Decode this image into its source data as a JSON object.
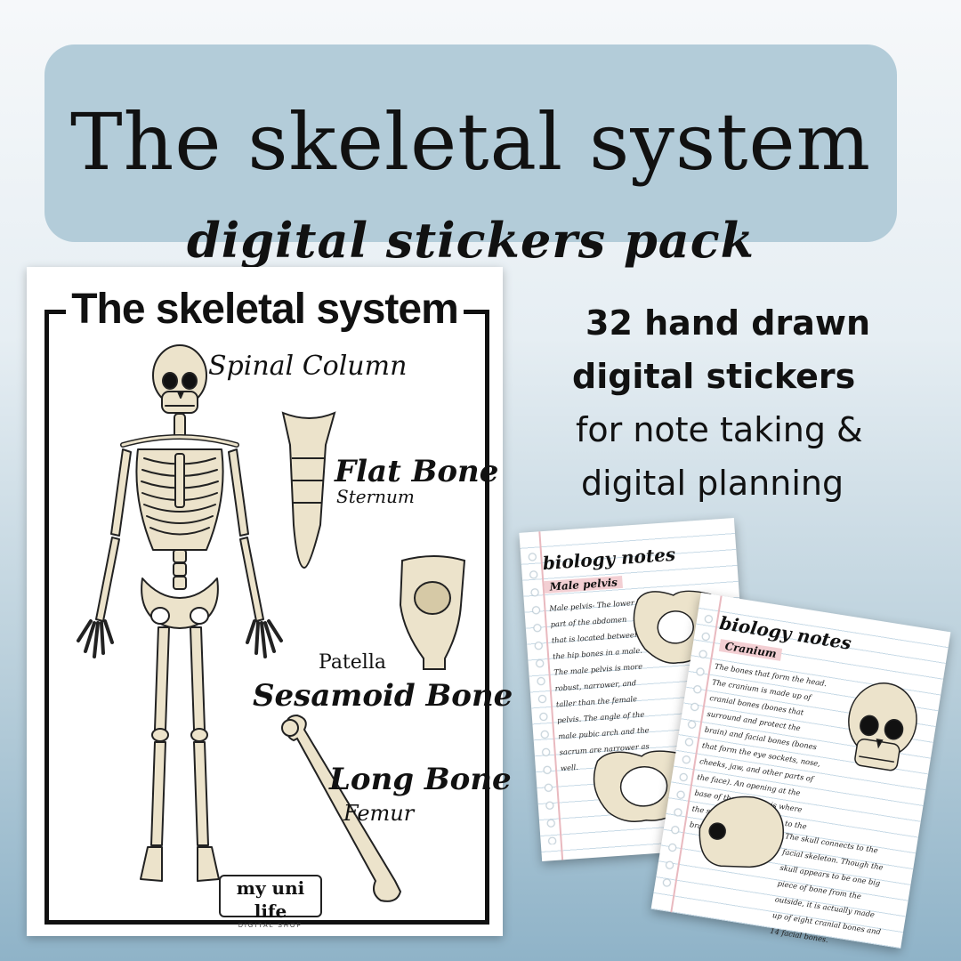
{
  "banner": {
    "title": "The skeletal system",
    "subtitle": "digital stickers pack"
  },
  "poster": {
    "title": "The skeletal system",
    "labels": {
      "spinal_column": "Spinal Column",
      "flat_bone": "Flat Bone",
      "sternum": "Sternum",
      "patella": "Patella",
      "sesamoid_bone": "Sesamoid Bone",
      "long_bone": "Long Bone",
      "femur": "Femur"
    },
    "logo": {
      "main": "my uni life",
      "sub": "DIGITAL SHOP"
    }
  },
  "features": {
    "line1": "32 hand drawn",
    "line2": "digital stickers",
    "line3": "for note taking &",
    "line4": "digital planning"
  },
  "note_pelvis": {
    "heading": "biology notes",
    "subheading": "Male pelvis",
    "lines": [
      "Male pelvis- The lower",
      "part of the abdomen",
      "that is located between",
      "the hip bones in a male.",
      "The male pelvis is more",
      "robust, narrower, and",
      "taller than the female",
      "pelvis. The angle of the",
      "male pubic arch and the",
      "sacrum are narrower as",
      "well."
    ]
  },
  "note_cranium": {
    "heading": "biology notes",
    "subheading": "Cranium",
    "lines": [
      "The bones that form the head.",
      "The cranium is made up of",
      "cranial bones (bones that",
      "surround and protect the",
      "brain) and facial bones (bones",
      "that form the eye sockets, nose,",
      "cheeks, jaw, and other parts of",
      "the face). An opening at the",
      "base of the cranium is where",
      "the spinal cord connects to the",
      "brain."
    ],
    "lines2": [
      "The skull connects to the",
      "facial skeleton. Though the",
      "skull appears to be one big",
      "piece of bone from the",
      "outside, it is actually made",
      "up of eight cranial bones and",
      "14 facial bones."
    ]
  },
  "colors": {
    "banner": "#b3ccd9",
    "bone": "#ece3cb",
    "bone_shade": "#d6c9a6",
    "outline": "#222222",
    "highlight": "#f3cfd3"
  }
}
